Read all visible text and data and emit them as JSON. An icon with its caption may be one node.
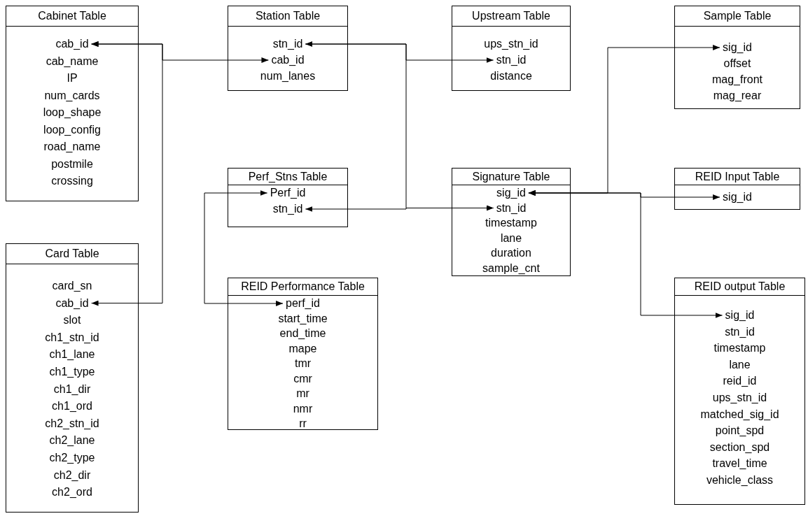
{
  "diagram": {
    "nodes": [
      {
        "text": [
          "Cabinet Table"
        ]
      },
      {
        "text": [
          "cab_id"
        ],
        "in": 0
      },
      {
        "text": [
          "cab_name"
        ],
        "in": 0
      },
      {
        "text": [
          "IP"
        ],
        "in": 0
      },
      {
        "text": [
          "num_cards"
        ],
        "in": 0
      },
      {
        "text": [
          "loop_shape"
        ],
        "in": 0
      },
      {
        "text": [
          "loop_config"
        ],
        "in": 0
      },
      {
        "text": [
          "road_name"
        ],
        "in": 0
      },
      {
        "text": [
          "postmile"
        ],
        "in": 0
      },
      {
        "text": [
          "crossing"
        ],
        "in": 0
      },
      {
        "text": [
          "Station Table"
        ]
      },
      {
        "text": [
          "stn_id"
        ],
        "in": 10
      },
      {
        "text": [
          "cab_id"
        ],
        "in": 10
      },
      {
        "text": [
          "num_lanes"
        ],
        "in": 10
      },
      {
        "text": [
          "Upstream Table"
        ]
      },
      {
        "text": [
          "ups_stn_id"
        ],
        "in": 14
      },
      {
        "text": [
          "stn_id"
        ],
        "in": 14
      },
      {
        "text": [
          "distance"
        ],
        "in": 14
      },
      {
        "text": [
          "Sample Table"
        ]
      },
      {
        "text": [
          "sig_id"
        ],
        "in": 18
      },
      {
        "text": [
          "offset"
        ],
        "in": 18
      },
      {
        "text": [
          "mag_front"
        ],
        "in": 18
      },
      {
        "text": [
          "mag_rear"
        ],
        "in": 18
      },
      {
        "text": [
          "Perf_Stns Table"
        ]
      },
      {
        "text": [
          "Perf_id"
        ],
        "in": 23
      },
      {
        "text": [
          "stn_id"
        ],
        "in": 23
      },
      {
        "text": [
          "Signature Table"
        ]
      },
      {
        "text": [
          "sig_id"
        ],
        "in": 26
      },
      {
        "text": [
          "stn_id"
        ],
        "in": 26
      },
      {
        "text": [
          "timestamp"
        ],
        "in": 26
      },
      {
        "text": [
          "lane"
        ],
        "in": 26
      },
      {
        "text": [
          "duration"
        ],
        "in": 26
      },
      {
        "text": [
          "sample_cnt"
        ],
        "in": 26
      },
      {
        "text": [
          "REID Input Table"
        ]
      },
      {
        "text": [
          "sig_id"
        ],
        "in": 33
      },
      {
        "text": [
          "Card Table"
        ]
      },
      {
        "text": [
          "card_sn"
        ],
        "in": 35
      },
      {
        "text": [
          "cab_id"
        ],
        "in": 35
      },
      {
        "text": [
          "slot"
        ],
        "in": 35
      },
      {
        "text": [
          "ch1_stn_id"
        ],
        "in": 35
      },
      {
        "text": [
          "ch1_lane"
        ],
        "in": 35
      },
      {
        "text": [
          "ch1_type"
        ],
        "in": 35
      },
      {
        "text": [
          "ch1_dir"
        ],
        "in": 35
      },
      {
        "text": [
          "ch1_ord"
        ],
        "in": 35
      },
      {
        "text": [
          "ch2_stn_id"
        ],
        "in": 35
      },
      {
        "text": [
          "ch2_lane"
        ],
        "in": 35
      },
      {
        "text": [
          "ch2_type"
        ],
        "in": 35
      },
      {
        "text": [
          "ch2_dir"
        ],
        "in": 35
      },
      {
        "text": [
          "ch2_ord"
        ],
        "in": 35
      },
      {
        "text": [
          "REID Performance Table"
        ]
      },
      {
        "text": [
          "perf_id"
        ],
        "in": 49
      },
      {
        "text": [
          "start_time"
        ],
        "in": 49
      },
      {
        "text": [
          "end_time"
        ],
        "in": 49
      },
      {
        "text": [
          "mape"
        ],
        "in": 49
      },
      {
        "text": [
          "tmr"
        ],
        "in": 49
      },
      {
        "text": [
          "cmr"
        ],
        "in": 49
      },
      {
        "text": [
          "mr"
        ],
        "in": 49
      },
      {
        "text": [
          "nmr"
        ],
        "in": 49
      },
      {
        "text": [
          "rr"
        ],
        "in": 49
      },
      {
        "text": [
          "REID output Table"
        ]
      },
      {
        "text": [
          "sig_id"
        ],
        "in": 59
      },
      {
        "text": [
          "stn_id"
        ],
        "in": 59
      },
      {
        "text": [
          "timestamp"
        ],
        "in": 59
      },
      {
        "text": [
          "lane"
        ],
        "in": 59
      },
      {
        "text": [
          "reid_id"
        ],
        "in": 59
      },
      {
        "text": [
          "ups_stn_id"
        ],
        "in": 59
      },
      {
        "text": [
          "matched_sig_id"
        ],
        "in": 59
      },
      {
        "text": [
          "point_spd"
        ],
        "in": 59
      },
      {
        "text": [
          "section_spd"
        ],
        "in": 59
      },
      {
        "text": [
          "travel_time"
        ],
        "in": 59
      },
      {
        "text": [
          "vehicle_class"
        ],
        "in": 59
      }
    ],
    "edges": [
      {
        "from": 1,
        "to": 12,
        "arrow": "both"
      },
      {
        "from": 1,
        "to": 37,
        "arrow": "both"
      },
      {
        "from": 11,
        "to": 16,
        "arrow": "both"
      },
      {
        "from": 11,
        "to": 28,
        "arrow": "both"
      },
      {
        "from": 25,
        "to": 28,
        "arrow": "both"
      },
      {
        "from": 27,
        "to": 19,
        "arrow": "both"
      },
      {
        "from": 27,
        "to": 34,
        "arrow": "both"
      },
      {
        "from": 27,
        "to": 60,
        "arrow": "both"
      },
      {
        "from": 24,
        "to": 50,
        "arrow": "both"
      }
    ]
  }
}
